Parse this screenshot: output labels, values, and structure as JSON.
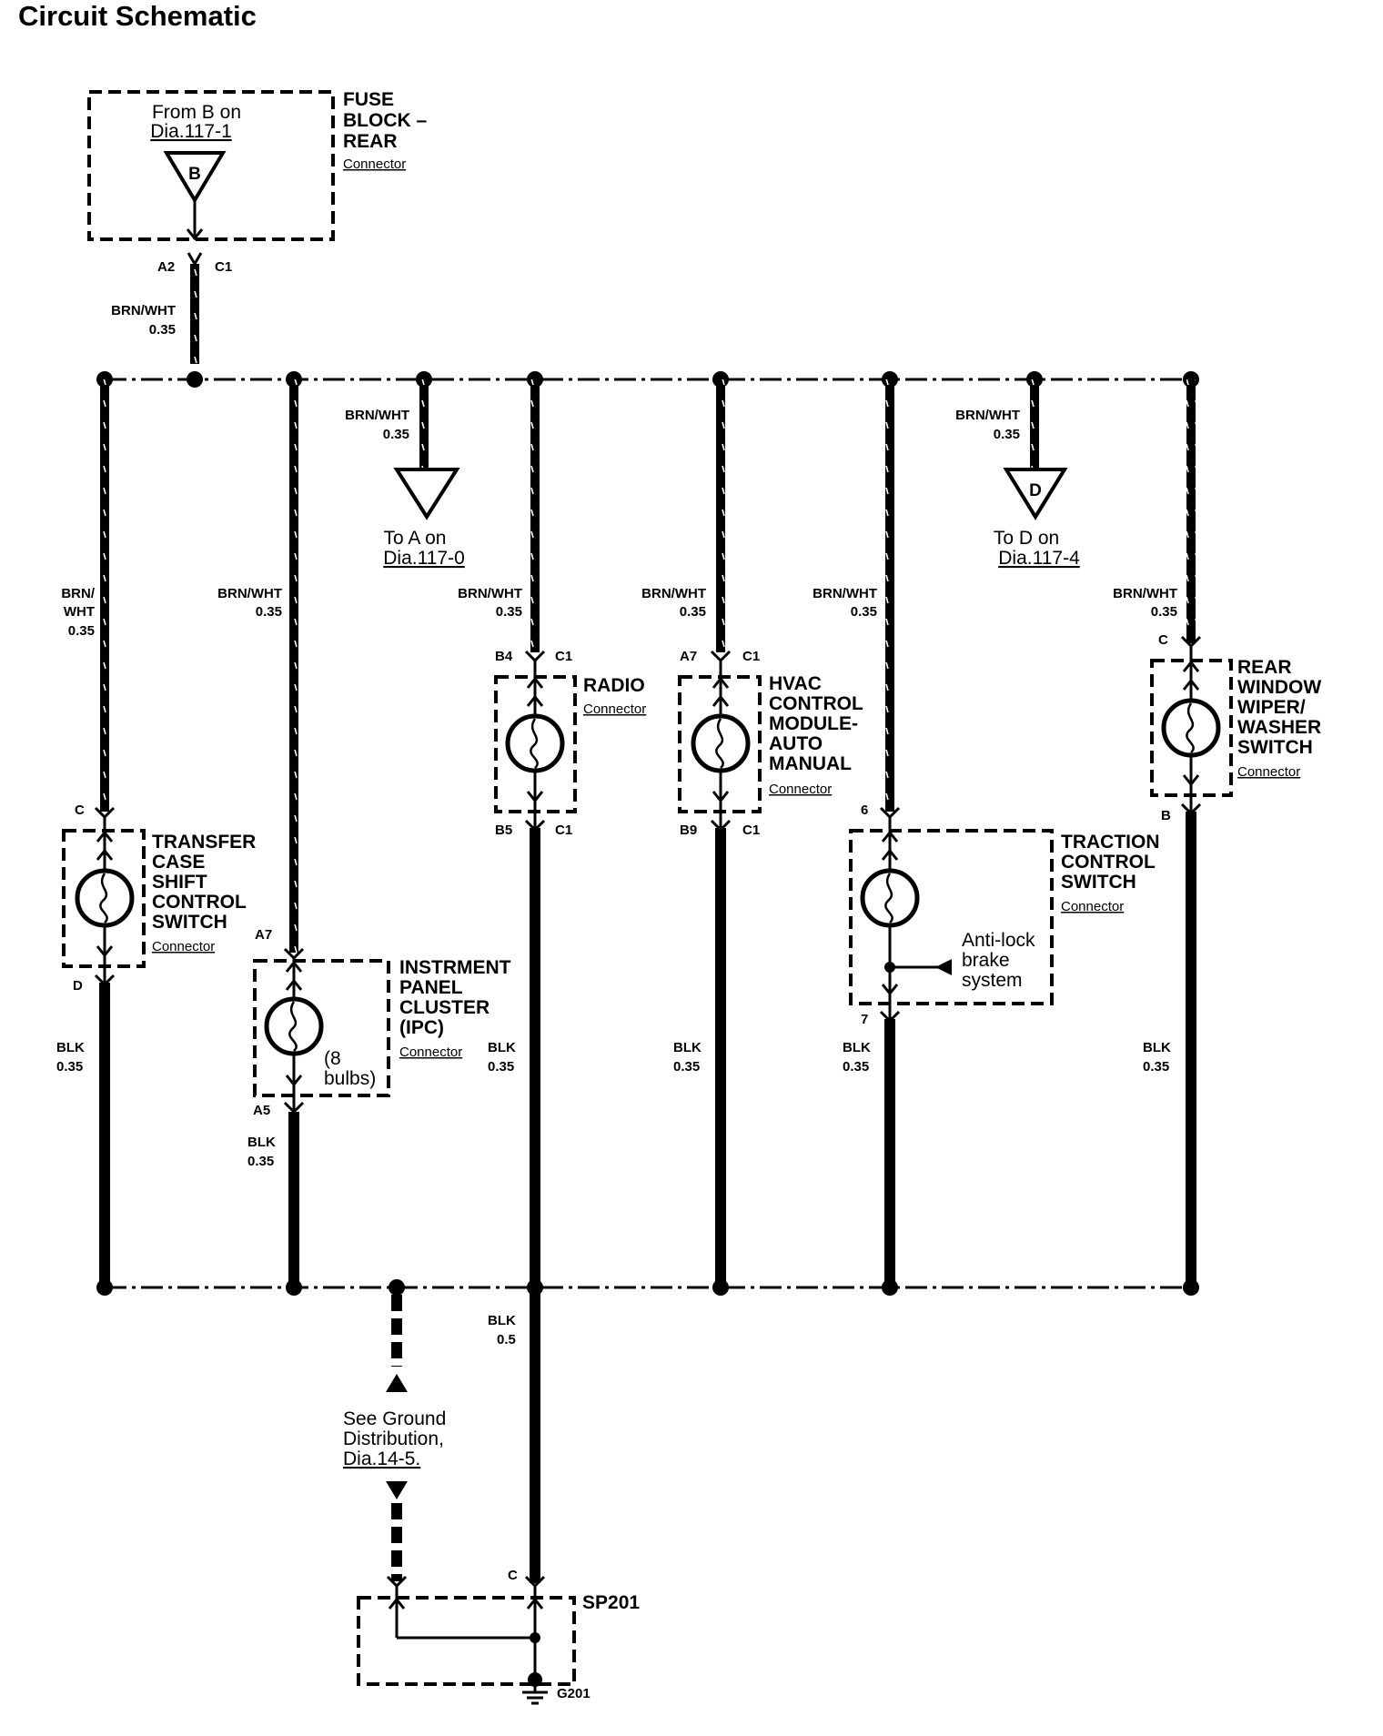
{
  "title": "Circuit Schematic",
  "fuse_block": {
    "from_line1": "From B on",
    "from_line2": "Dia.117-1",
    "triangle_letter": "B",
    "name_lines": [
      "FUSE",
      "BLOCK –",
      "REAR"
    ],
    "connector_label": "Connector",
    "pin_left": "A2",
    "pin_right": "C1"
  },
  "feed_wire": {
    "color": "BRN/WHT",
    "gauge": "0.35"
  },
  "offpage_a": {
    "wire_color": "BRN/WHT",
    "wire_gauge": "0.35",
    "line1": "To A on",
    "line2": "Dia.117-0",
    "letter": ""
  },
  "offpage_d": {
    "wire_color": "BRN/WHT",
    "wire_gauge": "0.35",
    "line1": "To D on",
    "line2": "Dia.117-4",
    "letter": "D"
  },
  "components": {
    "transfer_case": {
      "name_lines": [
        "TRANSFER",
        "CASE",
        "SHIFT",
        "CONTROL",
        "SWITCH"
      ],
      "connector_label": "Connector",
      "pin_top": "C",
      "pin_bottom": "D",
      "wire_top_lines": [
        "BRN/",
        "WHT",
        "0.35"
      ],
      "wire_bottom_lines": [
        "BLK",
        "0.35"
      ]
    },
    "ipc": {
      "name_lines": [
        "INSTRMENT",
        "PANEL",
        "CLUSTER",
        "(IPC)"
      ],
      "connector_label": "Connector",
      "note_lines": [
        "(8",
        "bulbs)"
      ],
      "pin_top": "A7",
      "pin_bottom": "A5",
      "wire_top_lines": [
        "BRN/WHT",
        "0.35"
      ],
      "wire_bottom_lines": [
        "BLK",
        "0.35"
      ]
    },
    "radio": {
      "name_lines": [
        "RADIO"
      ],
      "connector_label": "Connector",
      "pin_top_left": "B4",
      "pin_top_right": "C1",
      "pin_bottom_left": "B5",
      "pin_bottom_right": "C1",
      "wire_top_lines": [
        "BRN/WHT",
        "0.35"
      ],
      "wire_bottom_lines": [
        "BLK",
        "0.35"
      ]
    },
    "hvac": {
      "name_lines": [
        "HVAC",
        "CONTROL",
        "MODULE-",
        "AUTO",
        "MANUAL"
      ],
      "connector_label": "Connector",
      "pin_top_left": "A7",
      "pin_top_right": "C1",
      "pin_bottom_left": "B9",
      "pin_bottom_right": "C1",
      "wire_top_lines": [
        "BRN/WHT",
        "0.35"
      ],
      "wire_bottom_lines": [
        "BLK",
        "0.35"
      ]
    },
    "traction": {
      "name_lines": [
        "TRACTION",
        "CONTROL",
        "SWITCH"
      ],
      "connector_label": "Connector",
      "note_lines": [
        "Anti-lock",
        "brake",
        "system"
      ],
      "pin_top": "6",
      "pin_bottom": "7",
      "wire_top_lines": [
        "BRN/WHT",
        "0.35"
      ],
      "wire_bottom_lines": [
        "BLK",
        "0.35"
      ]
    },
    "rear_wiper": {
      "name_lines": [
        "REAR",
        "WINDOW",
        "WIPER/",
        "WASHER",
        "SWITCH"
      ],
      "connector_label": "Connector",
      "pin_top": "C",
      "pin_bottom": "B",
      "wire_top_lines": [
        "BRN/WHT",
        "0.35"
      ],
      "wire_bottom_lines": [
        "BLK",
        "0.35"
      ]
    }
  },
  "ground": {
    "main_wire_lines": [
      "BLK",
      "0.5"
    ],
    "see_lines": [
      "See Ground",
      "Distribution,",
      "Dia.14-5."
    ],
    "splice_name": "SP201",
    "splice_pin": "C",
    "ground_label": "G201"
  }
}
